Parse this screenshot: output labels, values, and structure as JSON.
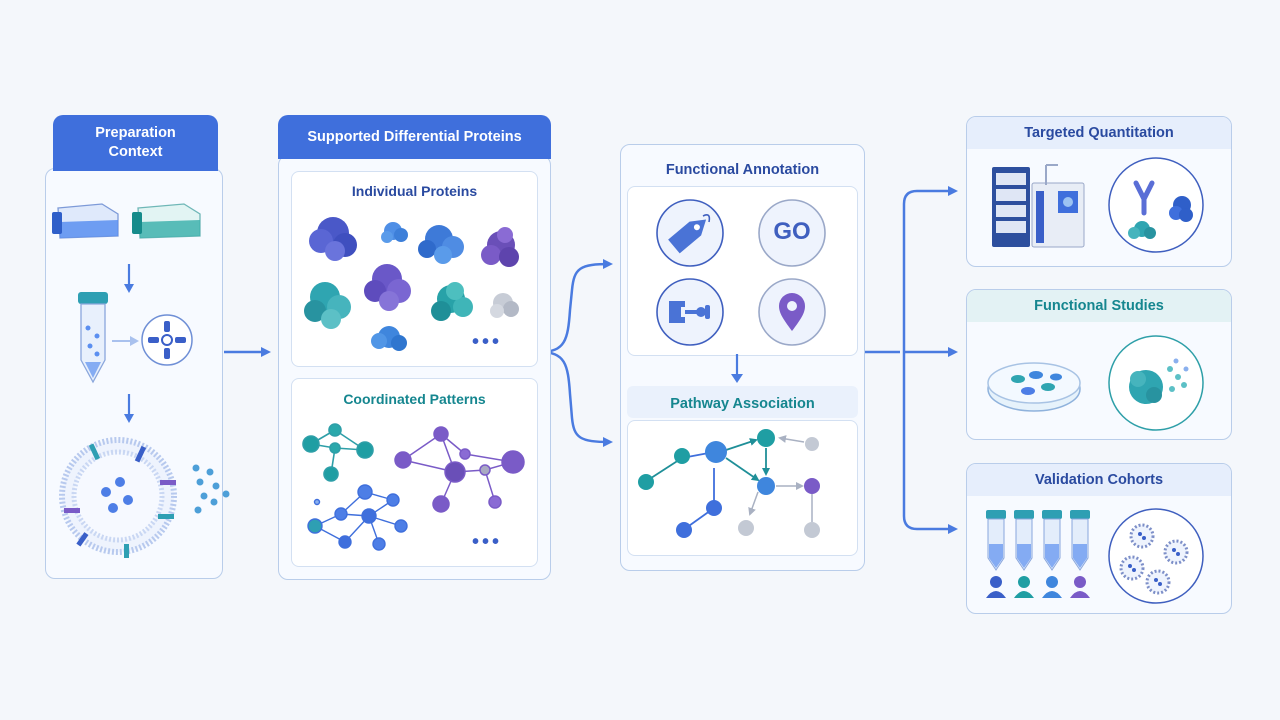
{
  "colors": {
    "accent_blue": "#3f6fdc",
    "teal": "#15868f",
    "purple": "#7a5bc7",
    "panel_border": "#b9cdea",
    "arrow": "#4a7be0"
  },
  "preparation": {
    "title": "Preparation Context",
    "icons": [
      "cell-culture-flask-icon",
      "sample-tube-icon",
      "centrifuge-rotor-icon",
      "extracellular-vesicle-icon",
      "released-particles-icon"
    ]
  },
  "proteins": {
    "title": "Supported Differential Proteins",
    "individual": {
      "title": "Individual Proteins",
      "more": "•••"
    },
    "patterns": {
      "title": "Coordinated Patterns",
      "more": "•••"
    }
  },
  "functional": {
    "annotation": {
      "title": "Functional Annotation",
      "go_label": "GO",
      "icons": [
        "tag-icon",
        "go-term-icon",
        "interaction-icon",
        "location-pin-icon"
      ]
    },
    "pathway": {
      "title": "Pathway Association"
    }
  },
  "outputs": {
    "targeted": {
      "title": "Targeted Quantitation",
      "icons": [
        "mass-spectrometer-icon",
        "antibody-protein-icon"
      ]
    },
    "studies": {
      "title": "Functional Studies",
      "icons": [
        "petri-dish-icon",
        "cell-secretion-icon"
      ]
    },
    "validation": {
      "title": "Validation Cohorts",
      "icons": [
        "sample-tubes-cohort-icon",
        "vesicle-group-icon"
      ]
    }
  }
}
